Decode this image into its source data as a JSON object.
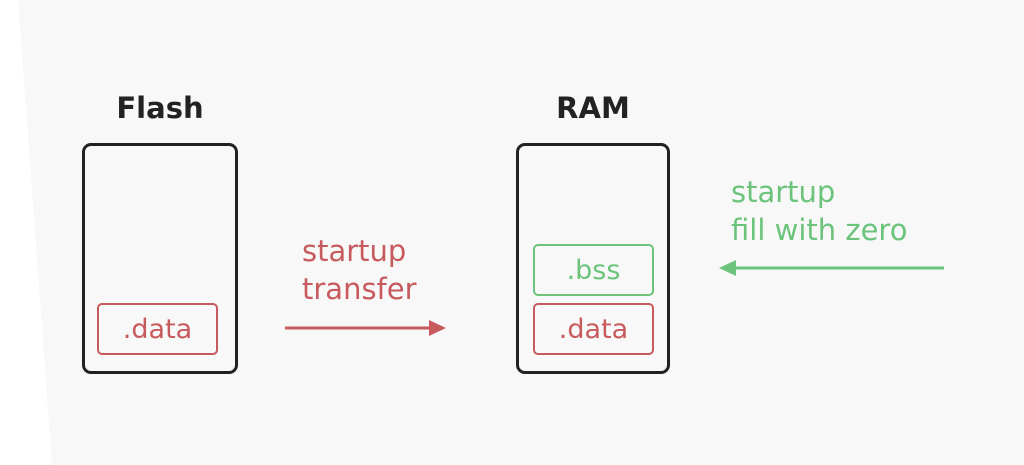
{
  "flash": {
    "title": "Flash",
    "sections": [
      ".data"
    ]
  },
  "ram": {
    "title": "RAM",
    "sections": [
      ".bss",
      ".data"
    ]
  },
  "transfer_note": {
    "line1": "startup",
    "line2": "transfer"
  },
  "zero_note": {
    "line1": "startup",
    "line2": "fill with zero"
  },
  "colors": {
    "data": "#c75a5d",
    "bss": "#6cc47c",
    "box": "#222222",
    "background": "#f8f8f8"
  }
}
